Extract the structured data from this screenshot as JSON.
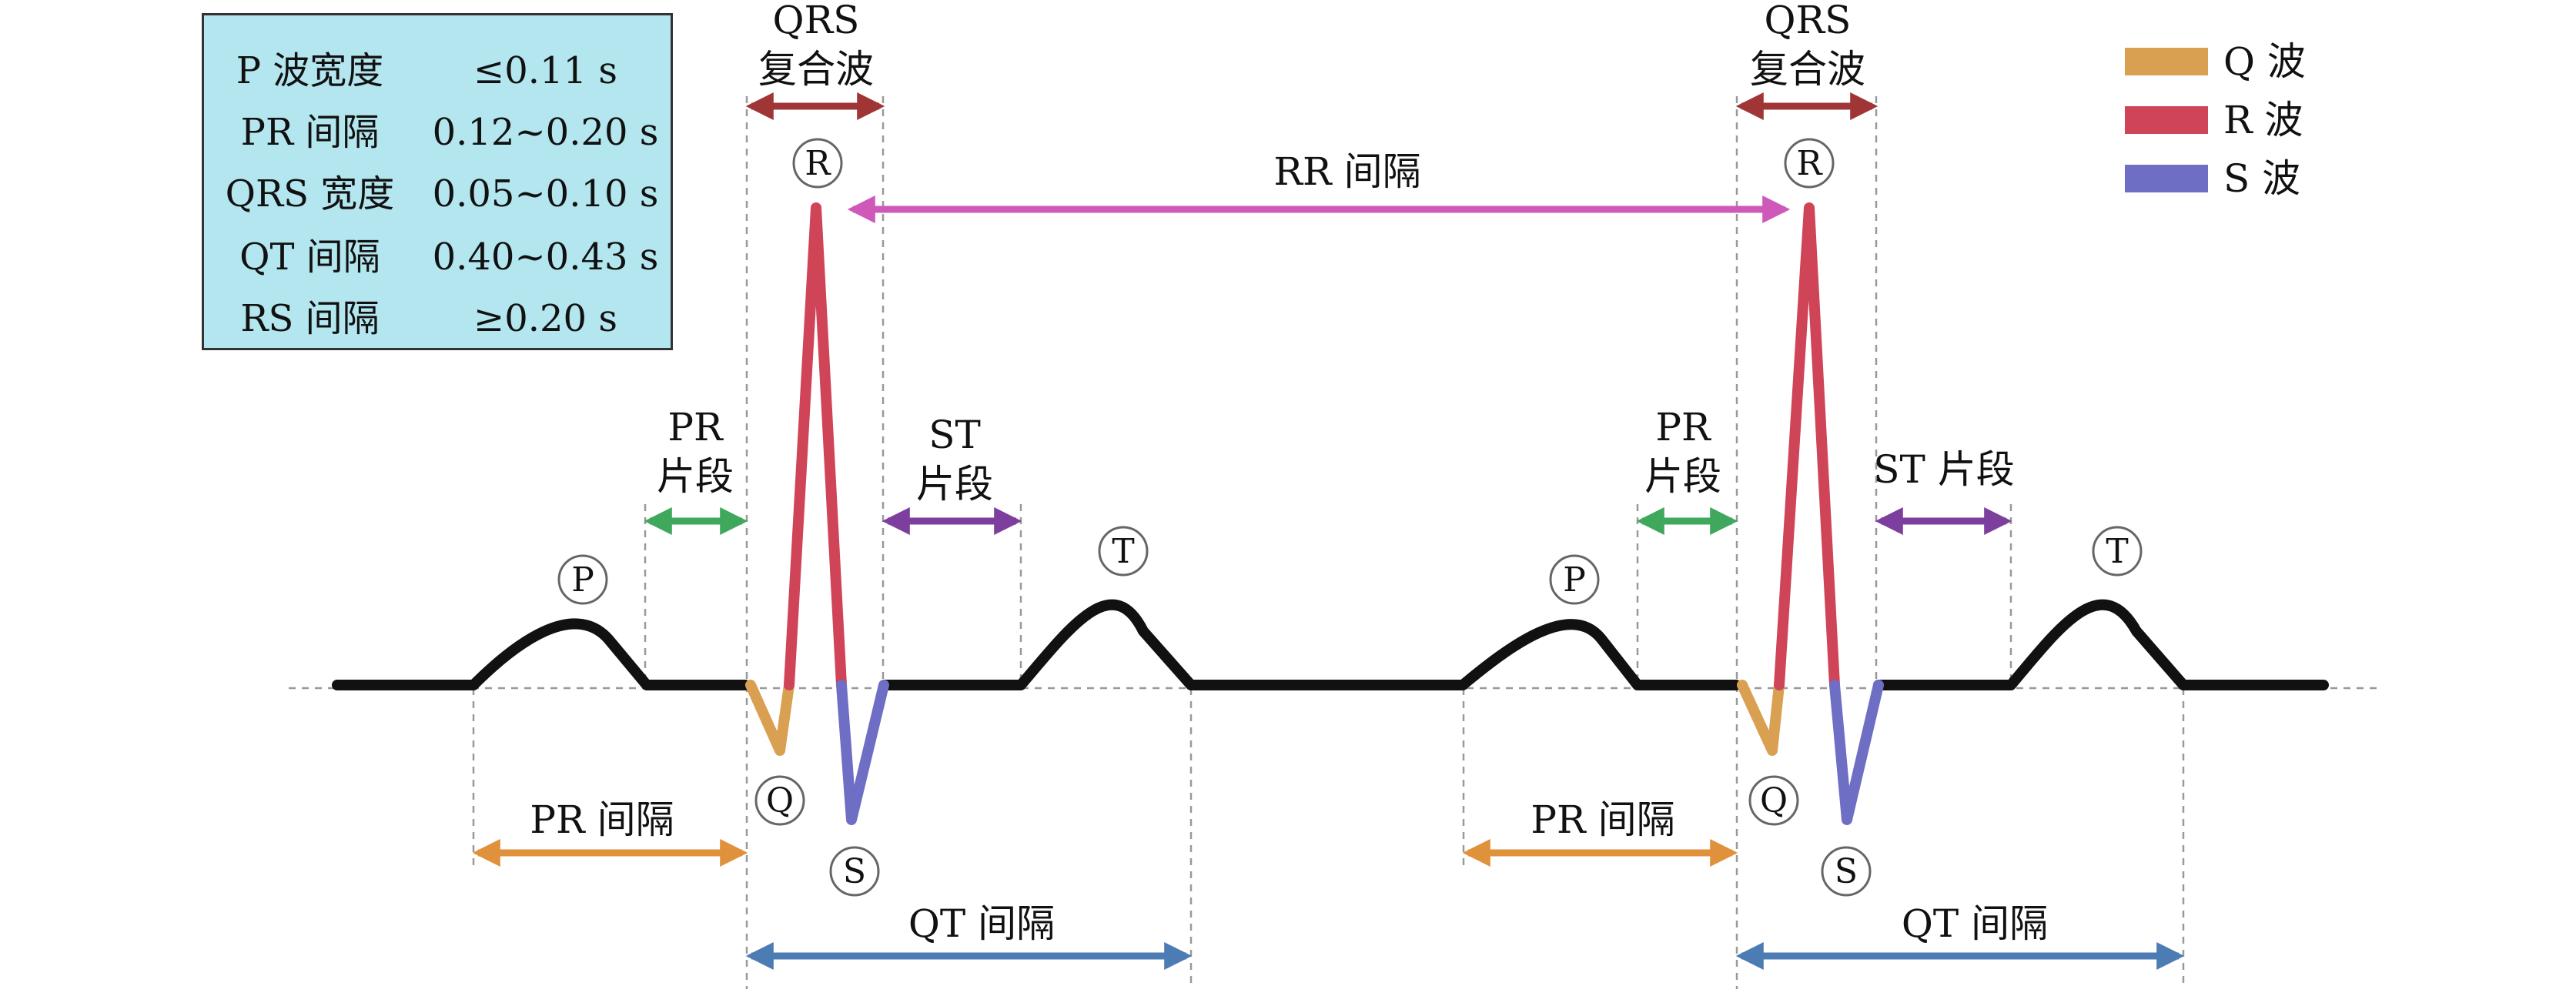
{
  "info_table": [
    {
      "label": "P 波宽度",
      "value": "≤0.11 s"
    },
    {
      "label": "PR 间隔",
      "value": "0.12~0.20 s"
    },
    {
      "label": "QRS 宽度",
      "value": "0.05~0.10 s"
    },
    {
      "label": "QT 间隔",
      "value": "0.40~0.43 s"
    },
    {
      "label": "RS 间隔",
      "value": "≥0.20 s"
    }
  ],
  "legend": [
    {
      "label": "Q 波",
      "color": "#d9a052"
    },
    {
      "label": "R 波",
      "color": "#cf4456"
    },
    {
      "label": "S 波",
      "color": "#6e6ec4"
    }
  ],
  "colors": {
    "baseline": "#111111",
    "q_wave": "#d9a052",
    "r_wave": "#cf4456",
    "s_wave": "#6e6ec4",
    "qrs_arrow": "#a03535",
    "pr_segment_arrow": "#3fa85c",
    "st_segment_arrow": "#7d3f9e",
    "rr_arrow": "#cf59b9",
    "pr_interval_arrow": "#e0913c",
    "qt_interval_arrow": "#4d7cb5",
    "guide_line": "#999999"
  },
  "labels": {
    "qrs_line1": "QRS",
    "qrs_line2": "复合波",
    "rr_interval": "RR 间隔",
    "pr_segment_line1": "PR",
    "pr_segment_line2": "片段",
    "st_segment_line1": "ST",
    "st_segment_line2": "片段",
    "st_segment_inline": "ST 片段",
    "pr_interval": "PR 间隔",
    "qt_interval": "QT 间隔",
    "wave_p": "P",
    "wave_q": "Q",
    "wave_r": "R",
    "wave_s": "S",
    "wave_t": "T"
  }
}
